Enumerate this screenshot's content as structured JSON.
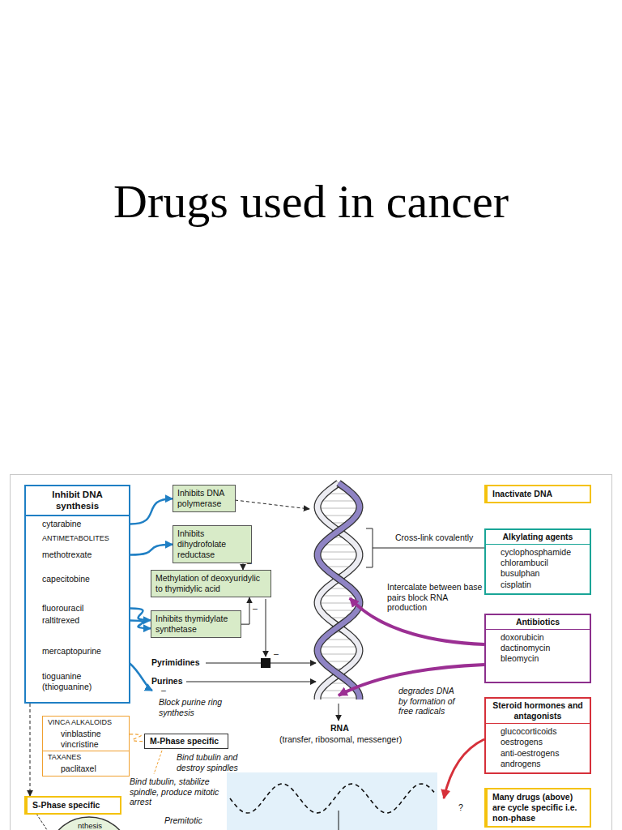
{
  "diagram": {
    "title": "Drugs used in cancer",
    "nodes": [
      {
        "text": [
          "Inhibit DNA synthesis",
          "cytarabine",
          "ANTIMETABOLITES",
          "methotrexate",
          "capecitobine",
          "fluorouracil",
          "raltitrexed",
          "mercaptopurine",
          "tioguanine (thioguanine)"
        ]
      },
      {
        "text": [
          "Inhibits DNA polymerase"
        ]
      },
      {
        "text": [
          "Inhibits dihydrofolate reductase"
        ]
      },
      {
        "text": [
          "Methylation of deoxyuridylic to thymidylic acid"
        ]
      },
      {
        "text": [
          "Inhibits thymidylate synthetase"
        ]
      },
      {
        "text": [
          "Inactivate DNA"
        ]
      },
      {
        "text": [
          "Alkylating agents",
          "cyclophosphamide",
          "chlorambucil",
          "busulphan",
          "cisplatin"
        ]
      },
      {
        "text": [
          "Antibiotics",
          "doxorubicin",
          "dactinomycin",
          "bleomycin"
        ]
      },
      {
        "text": [
          "Steroid hormones and antagonists",
          "glucocorticoids",
          "oestrogens",
          "anti-oestrogens",
          "androgens"
        ]
      },
      {
        "text": [
          "Many drugs (above) are cycle specific i.e. non-phase"
        ]
      },
      {
        "text": [
          "VINCA ALKALOIDS",
          "vinblastine",
          "vincristine",
          "TAXANES",
          "paclitaxel"
        ]
      },
      {
        "text": [
          "M-Phase specific"
        ]
      },
      {
        "text": [
          "S-Phase specific"
        ]
      }
    ],
    "edges": [
      {
        "from": 0,
        "to": 1,
        "arrow": "to"
      },
      {
        "from": 0,
        "to": 2,
        "arrow": "to"
      },
      {
        "from": 0,
        "to": 4,
        "arrow": "to"
      },
      {
        "from": 0,
        "to": 4,
        "arrow": "to"
      },
      {
        "from": 2,
        "to": 3,
        "arrow": "to"
      },
      {
        "from": 4,
        "to": 3,
        "arrow": "to"
      },
      {
        "from": 0,
        "to": 12,
        "arrow": "to"
      },
      {
        "from": 10,
        "to": 11,
        "arrow": "none"
      }
    ],
    "labels": [
      "Cross-link covalently",
      "Intercalate between base pairs block RNA production",
      "degrades DNA by formation of free radicals",
      "Pyrimidines",
      "Purines",
      "–",
      "Block purine ring synthesis",
      "RNA",
      "(transfer, ribosomal, messenger)",
      "–",
      "–",
      "–",
      "Bind tubulin and destroy spindles",
      "Bind tubulin, stabilize spindle, produce mitotic arrest",
      "Premitotic",
      "?",
      "nthesis"
    ]
  }
}
